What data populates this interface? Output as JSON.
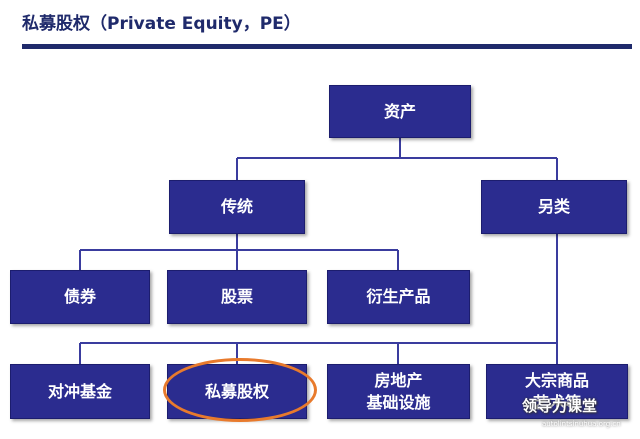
{
  "header": {
    "title": "私募股权（Private Equity，PE）"
  },
  "nodes": {
    "assets": "资产",
    "traditional": "传统",
    "alternative": "另类",
    "bonds": "债券",
    "stocks": "股票",
    "derivatives": "衍生产品",
    "hedge_fund": "对冲基金",
    "private_equity": "私募股权",
    "real_estate_line1": "房地产",
    "real_estate_line2": "基础设施",
    "commodities_line1": "大宗商品",
    "commodities_line2": "艺术等"
  },
  "watermark": {
    "text": "领导力课堂",
    "url": "autolintsinuhua.org.cn"
  },
  "colors": {
    "node_fill": "#2b2c8f",
    "title": "#1f2a6b",
    "connector": "#3a3c9e",
    "highlight": "#e87a2c"
  }
}
